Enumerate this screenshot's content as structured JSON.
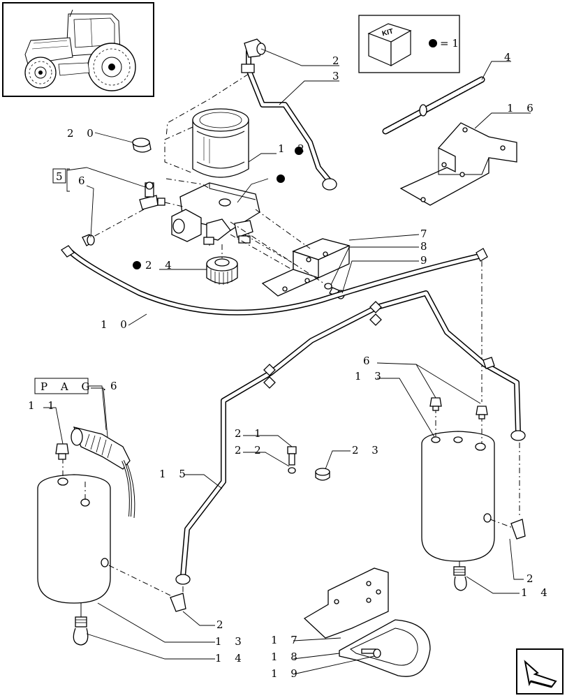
{
  "kit_box": {
    "kit_label": "KIT",
    "equals_label": "= 1"
  },
  "page_ref": {
    "label": "P A G .",
    "number": "6"
  },
  "ref_box": {
    "label": "5"
  },
  "callouts": {
    "c2_top": "2",
    "c3": "3",
    "c4": "4",
    "c16": "1 6",
    "c20": "2 0",
    "c12": "1 2",
    "c6_left": "6",
    "c7": "7",
    "c8": "8",
    "c9": "9",
    "c24": "2 4",
    "c10": "1 0",
    "c6_right": "6",
    "c13_right": "1 3",
    "c11": "1 1",
    "c21": "2 1",
    "c22": "2 2",
    "c23": "2 3",
    "c15": "1 5",
    "c2_right": "2",
    "c14_right": "1 4",
    "c2_bottom": "2",
    "c13_bottom": "1 3",
    "c14_bottom": "1 4",
    "c17": "1 7",
    "c18": "1 8",
    "c19": "1 9"
  },
  "icons": [
    "tractor-thumbnail",
    "kit-cube-icon",
    "kit-dot-icon",
    "next-page-arrow-icon"
  ]
}
